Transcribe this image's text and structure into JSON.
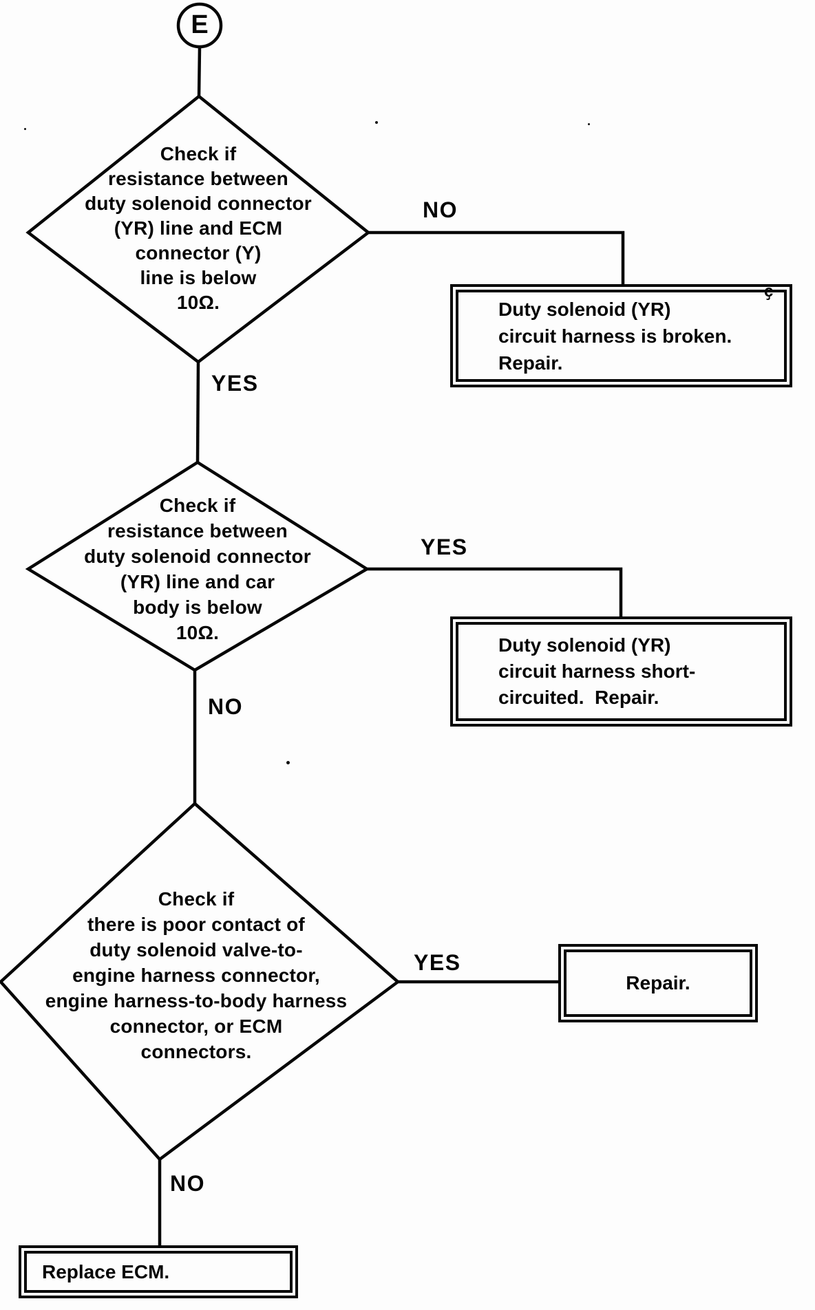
{
  "colors": {
    "ink": "#050505",
    "paper": "#fdfdfd"
  },
  "flowchart": {
    "start_connector": {
      "label": "E"
    },
    "d1": {
      "lines": [
        "Check if",
        "resistance between",
        "duty solenoid connector",
        "(YR) line and ECM",
        "connector (Y)",
        "line is below",
        "10Ω."
      ],
      "branch_no": "NO",
      "branch_yes": "YES"
    },
    "b1": {
      "lines": [
        "Duty solenoid (YR)",
        "circuit harness is broken.",
        "Repair."
      ]
    },
    "d2": {
      "lines": [
        "Check if",
        "resistance between",
        "duty solenoid connector",
        "(YR) line and car",
        "body is below",
        "10Ω."
      ],
      "branch_yes": "YES",
      "branch_no": "NO"
    },
    "b2": {
      "lines": [
        "Duty solenoid (YR)",
        "circuit harness short-",
        "circuited.  Repair."
      ]
    },
    "d3": {
      "lines": [
        "Check if",
        "there is poor contact of",
        "duty solenoid valve-to-",
        "engine harness connector,",
        "engine harness-to-body harness",
        "connector, or ECM",
        "connectors."
      ],
      "branch_yes": "YES",
      "branch_no": "NO"
    },
    "b3": {
      "lines": [
        "Repair."
      ]
    },
    "b4": {
      "lines": [
        "Replace ECM."
      ]
    },
    "artifact_mark": "ҫ"
  }
}
